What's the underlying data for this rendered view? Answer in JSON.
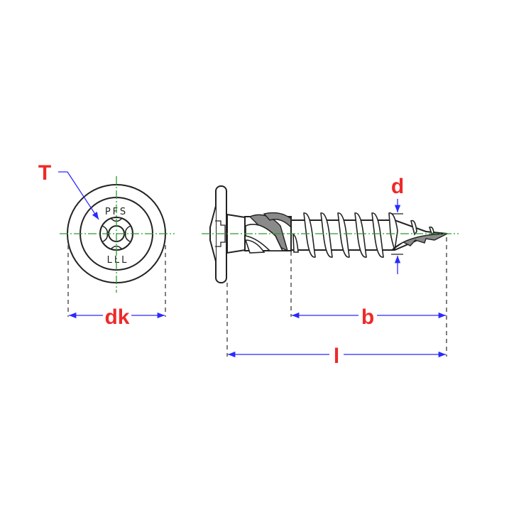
{
  "labels": {
    "T": "T",
    "dk": "dk",
    "d": "d",
    "b": "b",
    "l": "l"
  },
  "head_engraving": {
    "top": "PFS",
    "bottom": "LLL"
  },
  "colors": {
    "label": "#ee2a2a",
    "dimension": "#2a2aff",
    "centerline": "#2e9a2e",
    "outline": "#222222"
  }
}
